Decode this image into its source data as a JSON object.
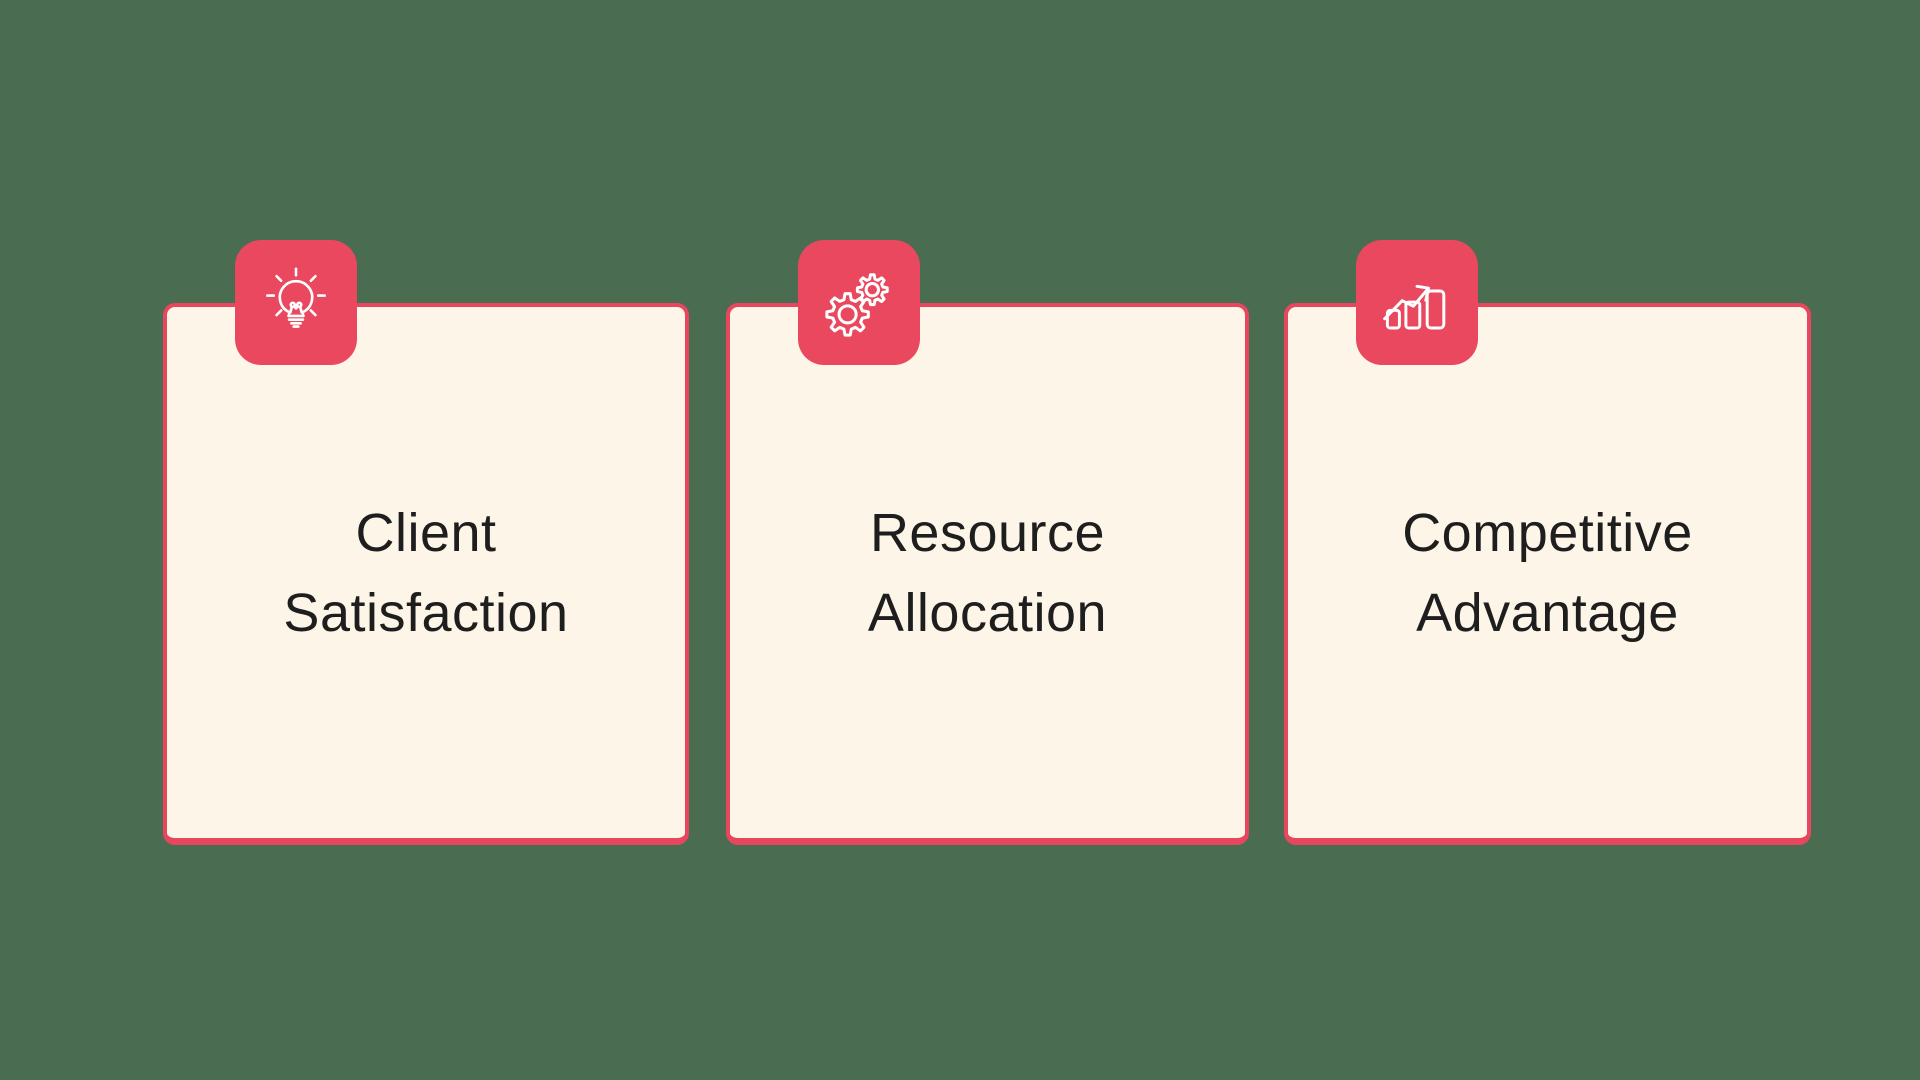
{
  "colors": {
    "background": "#4A6D52",
    "card_bg": "#FDF5E8",
    "accent": "#E9485E",
    "card_border": "#E8465F",
    "text": "#1E1E1E",
    "icon_stroke": "#FFFFFF"
  },
  "cards": [
    {
      "icon": "lightbulb-icon",
      "title_line1": "Client",
      "title_line2": "Satisfaction"
    },
    {
      "icon": "gears-icon",
      "title_line1": "Resource",
      "title_line2": "Allocation"
    },
    {
      "icon": "growth-chart-icon",
      "title_line1": "Competitive",
      "title_line2": "Advantage"
    }
  ]
}
